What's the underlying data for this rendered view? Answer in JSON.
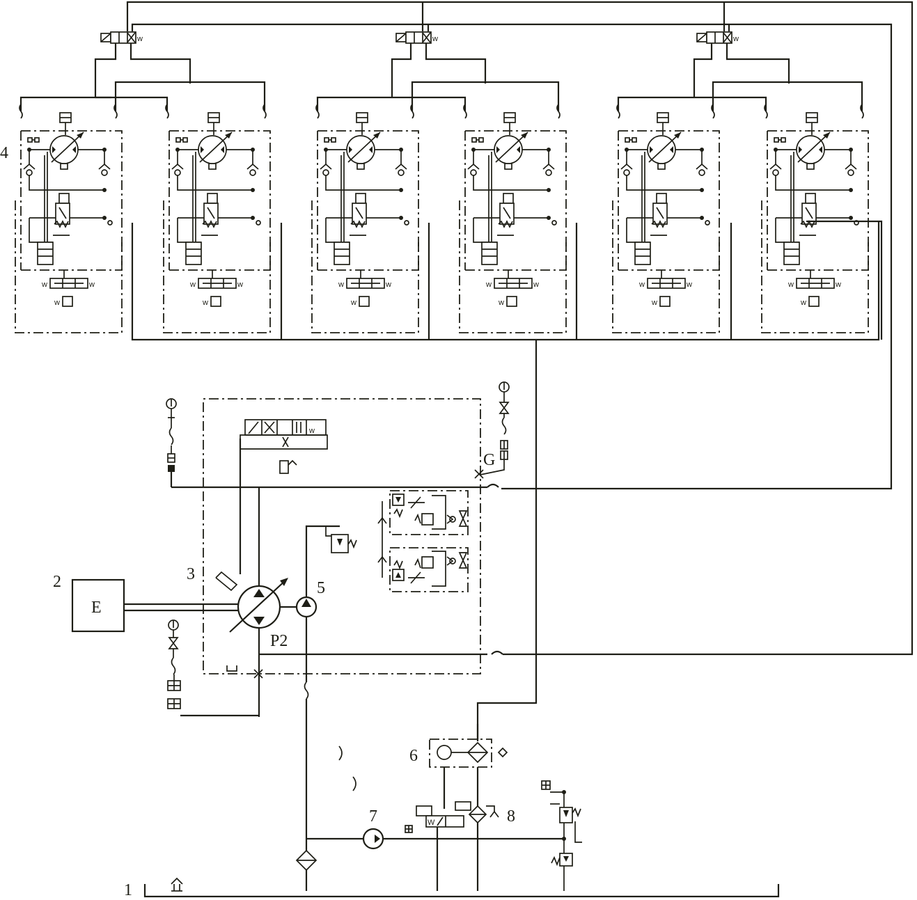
{
  "labels": {
    "tank": "1",
    "engine_ref": "2",
    "engine_box": "E",
    "main_pump_ref": "3",
    "motor_group_ref": "4",
    "charge_pump_ref": "5",
    "filter_unit_ref": "6",
    "aux_pump_ref": "7",
    "cooler_valve_ref": "8",
    "pump_code": "P2",
    "gauge_port": "G"
  },
  "colors": {
    "ink": "#1e1e16",
    "paper": "#ffffff"
  },
  "icons": [
    "pressure-gauge-icon",
    "spring-icon",
    "check-valve-icon",
    "filter-icon",
    "motor-icon",
    "pump-icon",
    "solenoid-valve-icon",
    "breather-icon"
  ]
}
